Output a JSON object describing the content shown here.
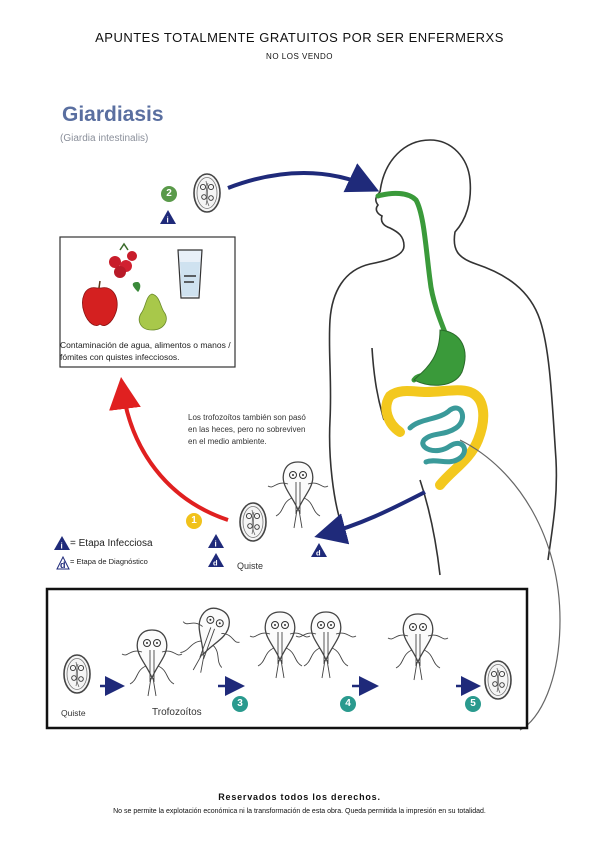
{
  "header": {
    "line1": "APUNTES TOTALMENTE GRATUITOS POR SER ENFERMERXS",
    "line2": "NO LOS VENDO"
  },
  "diagram": {
    "title": "Giardiasis",
    "subtitle": "(Giardia intestinalis)",
    "contamination_caption": "Contaminación de agua, alimentos o manos / fómites con quistes infecciosos.",
    "trophozoite_note": "Los trofozoítos también son pasó en las heces, pero no sobreviven en el medio ambiente.",
    "cyst_label": "Quiste",
    "strip_cyst_label": "Quiste",
    "strip_trophozoite_label": "Trofozoítos",
    "steps": [
      "1",
      "2",
      "3",
      "4",
      "5"
    ],
    "legend": {
      "infective": "= Etapa Infecciosa",
      "diagnostic": "= Etapa de Diagnóstico",
      "infective_symbol": "i",
      "diagnostic_symbol": "d"
    },
    "colors": {
      "title": "#5a6fa0",
      "arrow_blue": "#1f2a7a",
      "arrow_red": "#e02020",
      "stomach_green": "#3a9a3a",
      "colon_yellow": "#f3c81e",
      "intestine_teal": "#3a9a9a",
      "step_green": "#5a9a4a",
      "step_yellow": "#f1c21b",
      "step_teal": "#2a9a8e"
    },
    "icons": [
      "apple-icon",
      "raspberry-icon",
      "pear-icon",
      "water-glass-icon",
      "infective-stage-icon",
      "diagnostic-stage-icon"
    ]
  },
  "footer": {
    "line1": "Reservados todos los derechos.",
    "line2": "No se permite la explotación económica ni la transformación de esta obra. Queda permitida la impresión en su totalidad."
  }
}
